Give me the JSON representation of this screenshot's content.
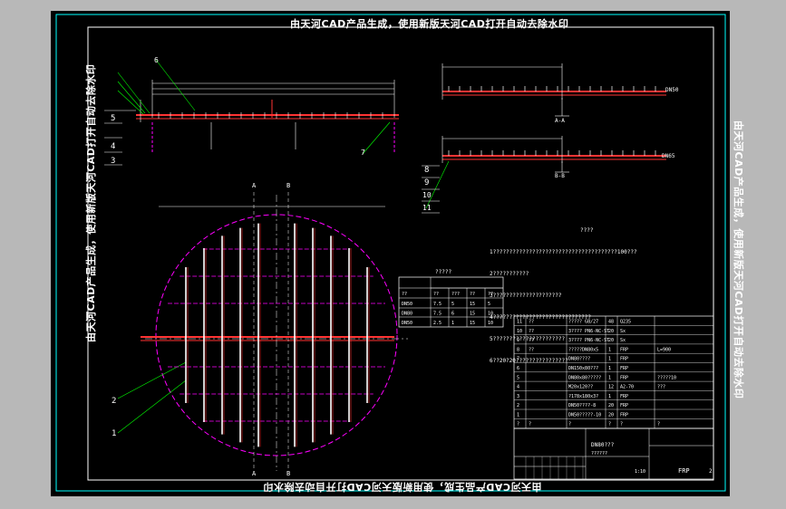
{
  "watermark": "由天河CAD产品生成，使用新版天河CAD打开自动去除水印",
  "colors": {
    "background": "#000000",
    "frame": "#00ffff",
    "pipe": "#ff3333",
    "circle": "#ff00ff",
    "dimension": "#ffffff",
    "text": "#ffffff",
    "leader": "#00ff00"
  },
  "labels": {
    "item6": "6",
    "item7": "7",
    "item5": "5",
    "item4": "4",
    "item3": "3",
    "item2": "2",
    "item1": "1",
    "item8": "8",
    "item9": "9",
    "item10": "10",
    "item11": "11",
    "secA": "A",
    "secB": "B",
    "secA_bottom": "A",
    "secB_bottom": "B",
    "viewAA": "A-A",
    "viewBB": "B-B",
    "dn_top": "DN50",
    "dn_mid": "DN65"
  },
  "notes": {
    "title": "????",
    "lines": [
      "1??????????????????????????????????????100???",
      "2???????????",
      "3?????????????????????",
      "4??????????????????????????????",
      "5??????????????????????",
      "6??20?20????????????????"
    ]
  },
  "small_table": {
    "title": "?????",
    "header": [
      "??",
      "??",
      "???",
      "??",
      "??"
    ],
    "rows": [
      [
        "DN50",
        "7.5",
        "5",
        "15",
        "5"
      ],
      [
        "DN80",
        "7.5",
        "6",
        "15",
        "10"
      ],
      [
        "DN50",
        "2.5",
        "1",
        "15",
        "10"
      ]
    ]
  },
  "bom": {
    "rows": [
      [
        "11",
        "??",
        "????? GB/27",
        "48",
        "Q235",
        ""
      ],
      [
        "10",
        "??",
        "3???? PN6-NC-ST",
        "20",
        "Sx",
        ""
      ],
      [
        "9",
        "??",
        "3???? PN6-NC-ST",
        "20",
        "Sx",
        ""
      ],
      [
        "8",
        "??",
        "?????DN80x5",
        "1",
        "FRP",
        "L=900"
      ],
      [
        "7",
        "",
        "DN80????",
        "1",
        "FRP",
        ""
      ],
      [
        "6",
        "",
        "DN150x80???",
        "1",
        "FRP",
        ""
      ],
      [
        "5",
        "",
        "DN80x80?????",
        "1",
        "FRP",
        "?????10"
      ],
      [
        "4",
        "",
        "M20x120??",
        "12",
        "A2-70",
        "???"
      ],
      [
        "3",
        "",
        "?178x180x3?",
        "1",
        "FRP",
        ""
      ],
      [
        "2",
        "",
        "DN50????-8",
        "20",
        "FRP",
        ""
      ],
      [
        "1",
        "",
        "DN50?????-10",
        "20",
        "FRP",
        ""
      ]
    ],
    "header": [
      "?",
      "?",
      "?",
      "?",
      "?",
      "?"
    ]
  },
  "titleblock": {
    "drawing_no": "DN80???",
    "sub": "??????",
    "material": "FRP",
    "scale": "1:10",
    "sheet": "2"
  }
}
